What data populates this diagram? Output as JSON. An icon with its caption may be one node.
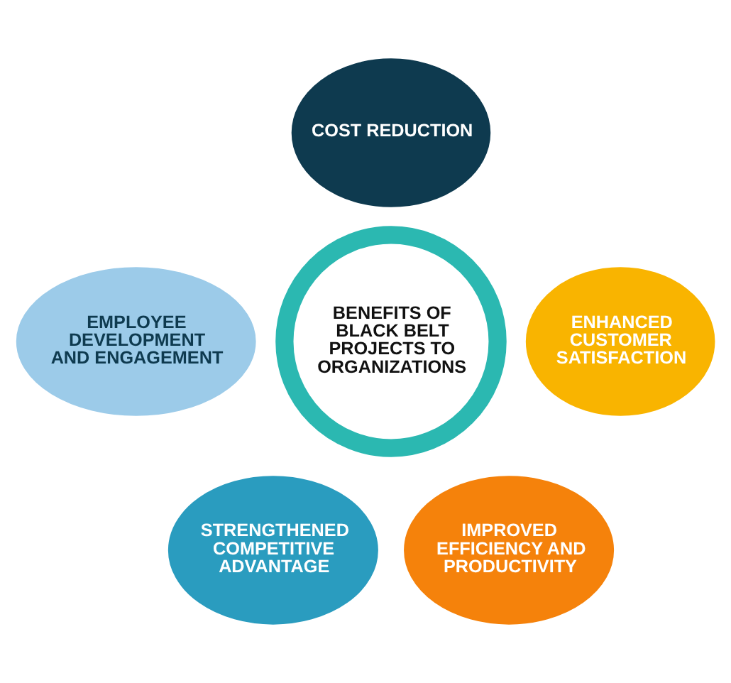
{
  "diagram": {
    "nodes": [
      {
        "text": [
          "BENEFITS OF BLACK BELT PROJECTS TO ORGANIZATIONS"
        ]
      },
      {
        "text": [
          "COST REDUCTION"
        ]
      },
      {
        "text": [
          "ENHANCED CUSTOMER SATISFACTION"
        ]
      },
      {
        "text": [
          "IMPROVED EFFICIENCY AND PRODUCTIVITY"
        ]
      },
      {
        "text": [
          "STRENGTHENED COMPETITIVE ADVANTAGE"
        ]
      },
      {
        "text": [
          "EMPLOYEE DEVELOPMENT AND ENGAGEMENT"
        ]
      }
    ],
    "edges": []
  }
}
